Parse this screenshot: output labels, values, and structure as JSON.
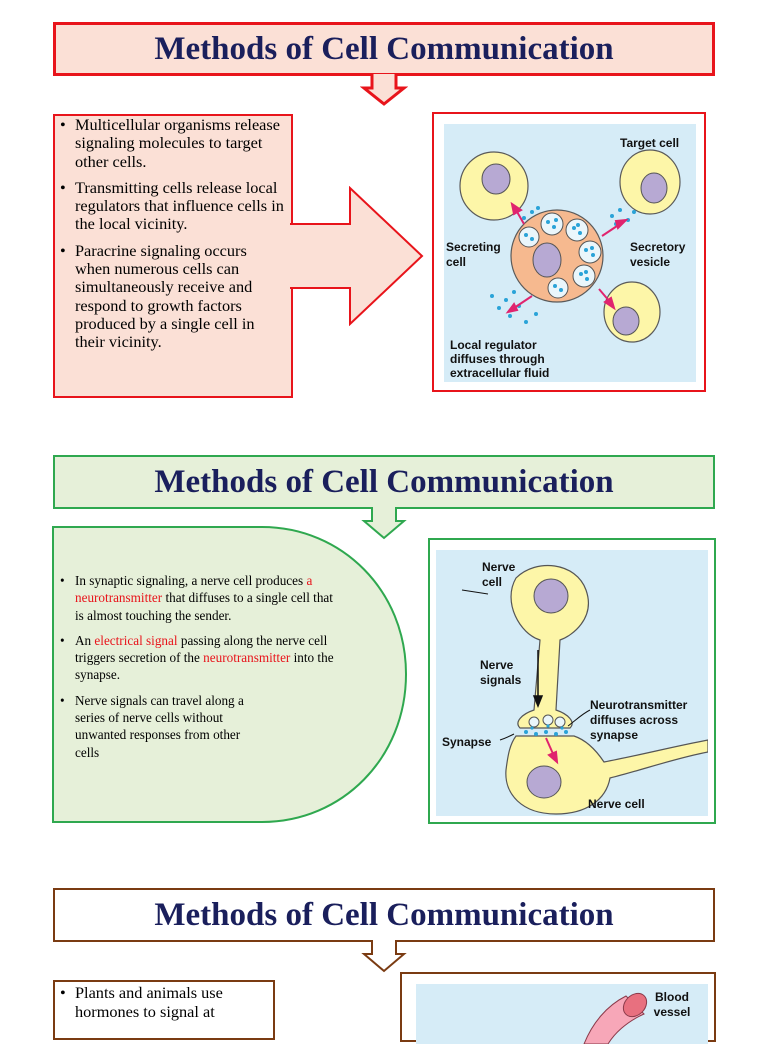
{
  "section1": {
    "title": "Methods of Cell Communication",
    "bullets": [
      "Multicellular organisms release signaling molecules to target other cells.",
      "Transmitting cells release local regulators that influence cells in the local vicinity.",
      "Paracrine signaling occurs when numerous cells can simultaneously receive and respond to growth factors produced by a single cell in their vicinity."
    ],
    "diagram_labels": {
      "target_cell": "Target cell",
      "secreting_cell": "Secreting cell",
      "secretory_vesicle": "Secretory vesicle",
      "local_regulator": "Local regulator diffuses through extracellular fluid"
    }
  },
  "section2": {
    "title": "Methods of Cell Communication",
    "bullet1_pre": "In synaptic signaling, a nerve cell produces ",
    "bullet1_hl": "a neurotransmitter",
    "bullet1_post": " that diffuses to a single cell that is almost touching the sender.",
    "bullet2_pre": "An ",
    "bullet2_hl1": "electrical signal",
    "bullet2_mid": " passing along the nerve cell triggers secretion of the ",
    "bullet2_hl2": "neurotransmitter",
    "bullet2_post": " into the synapse.",
    "bullet3": "Nerve signals can travel along a series of nerve cells without unwanted responses from other cells",
    "diagram_labels": {
      "nerve_cell_top": "Nerve cell",
      "nerve_signals": "Nerve signals",
      "neurotransmitter": "Neurotransmitter diffuses across synapse",
      "synapse": "Synapse",
      "nerve_cell_bottom": "Nerve cell"
    }
  },
  "section3": {
    "title": "Methods of Cell Communication",
    "bullet1": "Plants and animals use hormones to signal at",
    "diagram_labels": {
      "blood_vessel": "Blood vessel"
    }
  },
  "colors": {
    "red_border": "#e8141b",
    "pink_fill": "#fbe0d6",
    "green_border": "#2fa84f",
    "green_fill": "#e6f0d9",
    "brown_border": "#7a3b12",
    "title_text": "#1a1f5c",
    "diagram_bg": "#d6ecf7",
    "cell_yellow": "#fdf6a8",
    "nucleus_purple": "#b7a9d3"
  }
}
